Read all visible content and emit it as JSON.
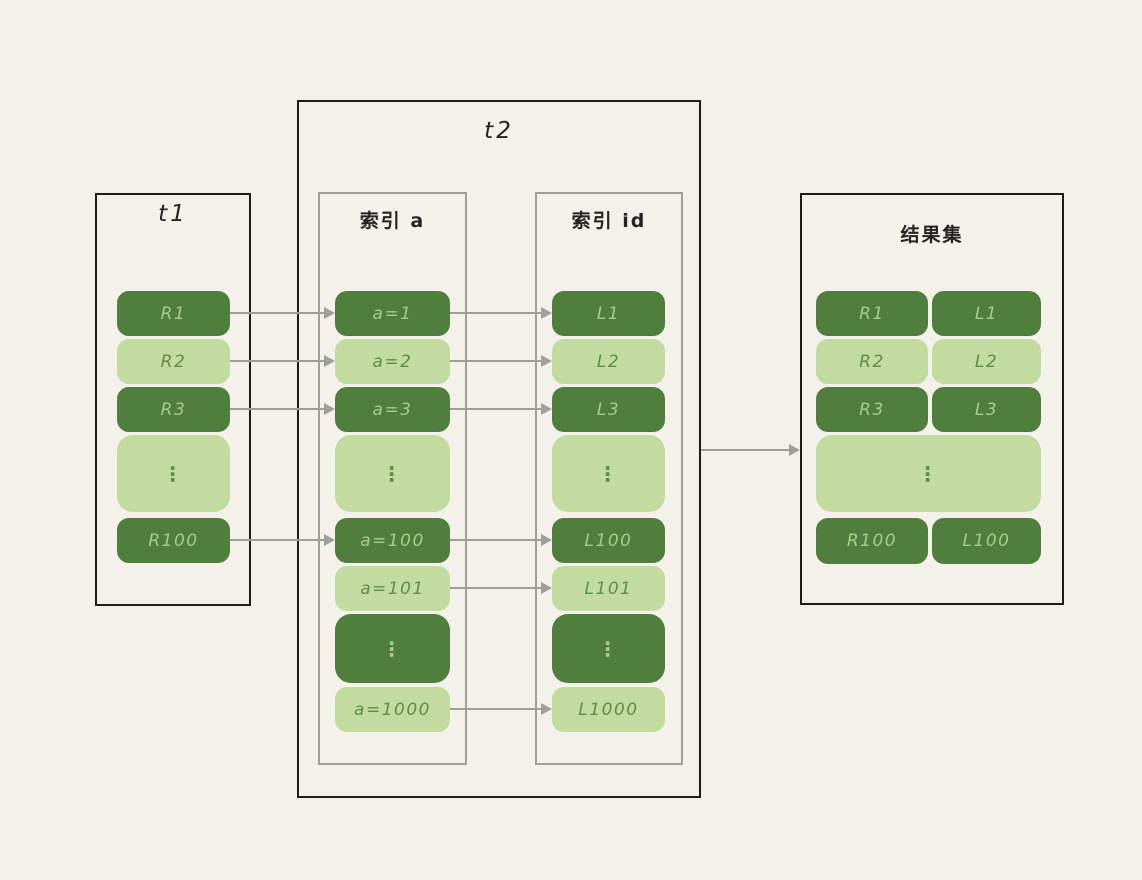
{
  "colors": {
    "background": "#f3f1ea",
    "dark_green": "#4f7e3d",
    "light_green": "#c1dc9e",
    "text_on_dark": "#a9cd86",
    "text_on_light": "#5f8d46",
    "outer_border": "#1c1c1c",
    "inner_border": "#9e9e9a",
    "arrow": "#9e9e9a"
  },
  "t1": {
    "title": "t1",
    "rows": [
      {
        "label": "R1",
        "tone": "dark"
      },
      {
        "label": "R2",
        "tone": "light"
      },
      {
        "label": "R3",
        "tone": "dark"
      },
      {
        "label": "⋮",
        "tone": "light"
      },
      {
        "label": "R100",
        "tone": "dark"
      }
    ]
  },
  "t2": {
    "title": "t2",
    "index_a": {
      "title": "索引 a",
      "rows": [
        {
          "label": "a=1",
          "tone": "dark"
        },
        {
          "label": "a=2",
          "tone": "light"
        },
        {
          "label": "a=3",
          "tone": "dark"
        },
        {
          "label": "⋮",
          "tone": "light"
        },
        {
          "label": "a=100",
          "tone": "dark"
        },
        {
          "label": "a=101",
          "tone": "light"
        },
        {
          "label": "⋮",
          "tone": "dark"
        },
        {
          "label": "a=1000",
          "tone": "light"
        }
      ]
    },
    "index_id": {
      "title": "索引 id",
      "rows": [
        {
          "label": "L1",
          "tone": "dark"
        },
        {
          "label": "L2",
          "tone": "light"
        },
        {
          "label": "L3",
          "tone": "dark"
        },
        {
          "label": "⋮",
          "tone": "light"
        },
        {
          "label": "L100",
          "tone": "dark"
        },
        {
          "label": "L101",
          "tone": "light"
        },
        {
          "label": "⋮",
          "tone": "dark"
        },
        {
          "label": "L1000",
          "tone": "light"
        }
      ]
    }
  },
  "result": {
    "title": "结果集",
    "pairs": [
      {
        "left": "R1",
        "right": "L1",
        "tone": "dark"
      },
      {
        "left": "R2",
        "right": "L2",
        "tone": "light"
      },
      {
        "left": "R3",
        "right": "L3",
        "tone": "dark"
      },
      {
        "dots": "⋮",
        "tone": "light"
      },
      {
        "left": "R100",
        "right": "L100",
        "tone": "dark"
      }
    ]
  }
}
